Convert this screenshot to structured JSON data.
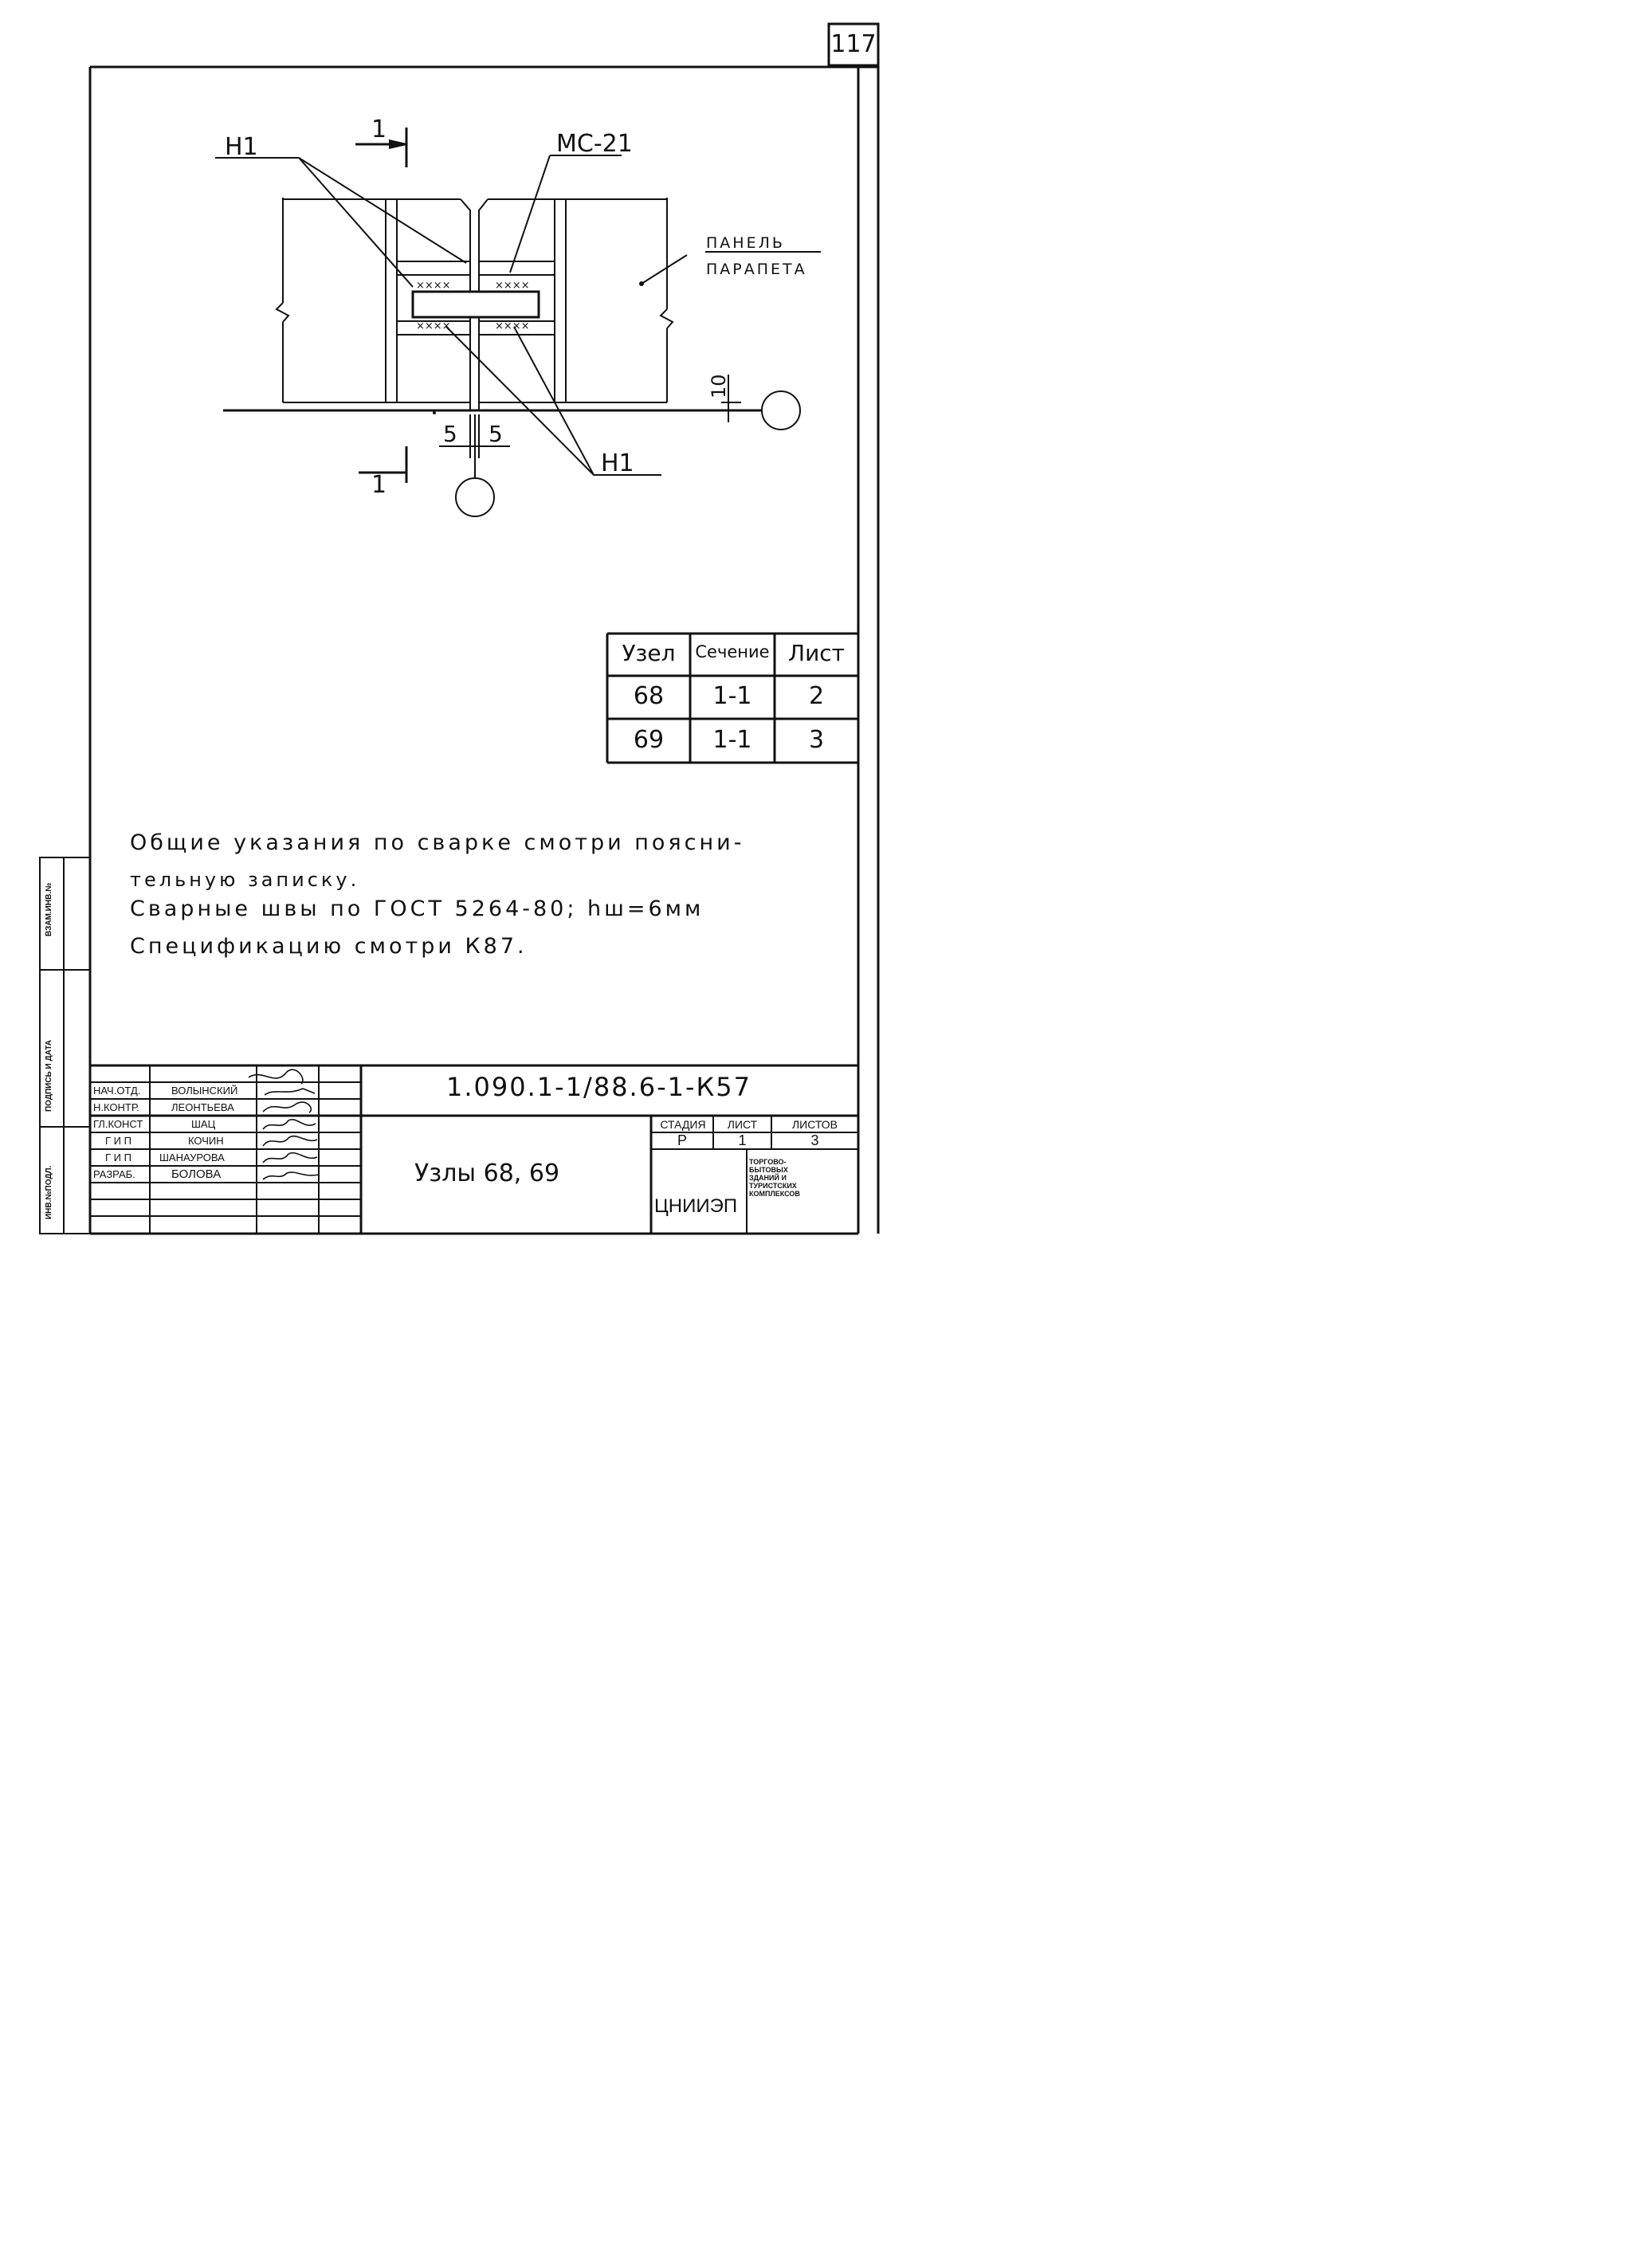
{
  "sheet_number": "117",
  "drawing": {
    "label_h1_top": "Н1",
    "label_mc21": "МС-21",
    "label_panel_line1": "ПАНЕЛЬ",
    "label_panel_line2": "ПАРАПЕТА",
    "section_mark_top": "1",
    "section_mark_bottom": "1",
    "dim_left": "5",
    "dim_right": "5",
    "dim_height": "10",
    "label_h1_bottom": "Н1",
    "weld_marks": "××××"
  },
  "nodes_table": {
    "headers": [
      "Узел",
      "Сечение",
      "Лист"
    ],
    "rows": [
      [
        "68",
        "1-1",
        "2"
      ],
      [
        "69",
        "1-1",
        "3"
      ]
    ]
  },
  "notes": {
    "line1": "Общие указания по сварке смотри поясни-",
    "line2": "тельную записку.",
    "line3": "Сварные швы по ГОСТ 5264-80; hш=6мм",
    "line4": "Спецификацию смотри К87."
  },
  "side_stamp": {
    "vzam_inv": "ВЗАМ.ИНВ.№",
    "podpis_data": "ПОДПИСЬ И ДАТА",
    "inv_podl": "ИНВ.№ПОДЛ."
  },
  "title_block": {
    "document_code": "1.090.1-1/88.6-1-К57",
    "title": "Узлы 68, 69",
    "roles": [
      {
        "role": "НАЧ.ОТД.",
        "name": "ВОЛЫНСКИЙ"
      },
      {
        "role": "Н.КОНТР.",
        "name": "ЛЕОНТЬЕВА"
      },
      {
        "role": "ГЛ.КОНСТ",
        "name": "ШАЦ"
      },
      {
        "role": "Г И П",
        "name": "КОЧИН"
      },
      {
        "role": "Г И П",
        "name": "ШАНАУРОВА"
      },
      {
        "role": "РАЗРАБ.",
        "name": "БОЛОВА"
      }
    ],
    "stage_header": "СТАДИЯ",
    "sheet_header": "ЛИСТ",
    "sheets_header": "ЛИСТОВ",
    "stage_value": "Р",
    "sheet_value": "1",
    "sheets_value": "3",
    "org": "ЦНИИЭП",
    "org_desc": "ТОРГОВО-БЫТОВЫХ ЗДАНИЙ И ТУРИСТСКИХ КОМПЛЕКСОВ"
  }
}
